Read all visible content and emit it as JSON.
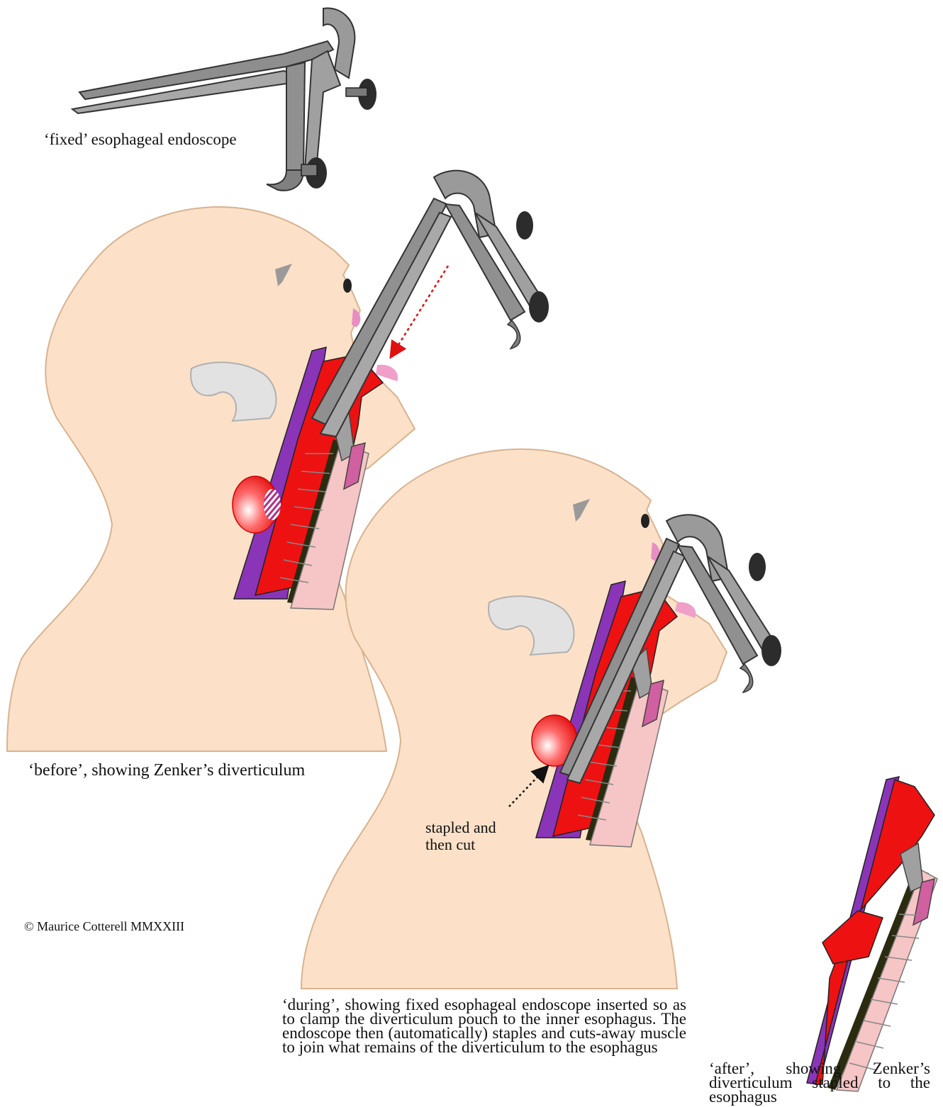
{
  "figure": {
    "label_scope": "‘fixed’ esophageal endoscope",
    "caption_before": "‘before’, showing Zenker’s diverticulum",
    "label_stapled": "stapled and\nthen cut",
    "copyright": "© Maurice Cotterell MMXXIII",
    "caption_during": "‘during’, showing fixed esophageal endoscope inserted so as to clamp the diverticulum pouch to the inner esophagus. The endoscope then (automatically) staples and cuts-away muscle to join what remains of the diverticulum to the esophagus",
    "caption_after": "‘after’, showing Zenker’s diverticulum stapled to the esophagus"
  },
  "colors": {
    "skin": "#fce1c8",
    "skin_outline": "#e0b894",
    "ear": "#e2e2e2",
    "muscle_red": "#ee1111",
    "purple": "#8a35b8",
    "pink": "#f4b8c0",
    "metal": "#8e8e8e",
    "metal_dark": "#3a3a3a"
  }
}
